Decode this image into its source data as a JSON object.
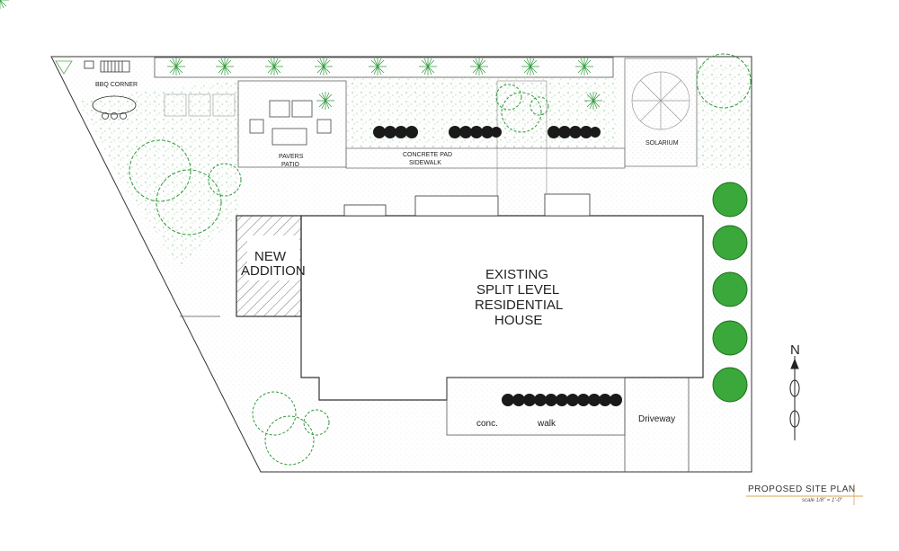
{
  "labels": {
    "bbq": "BBQ CORNER",
    "pavers_1": "PAVERS",
    "pavers_2": "PATIO",
    "concrete_1": "CONCRETE PAD",
    "concrete_2": "SIDEWALK",
    "solarium": "SOLARIUM",
    "addition_1": "NEW",
    "addition_2": "ADDITION",
    "house_1": "EXISTING",
    "house_2": "SPLIT LEVEL",
    "house_3": "RESIDENTIAL",
    "house_4": "HOUSE",
    "conc": "conc.",
    "walk": "walk",
    "driveway": "Driveway",
    "north": "N"
  },
  "title_block": {
    "title": "PROPOSED SITE PLAN",
    "scale": "scale 1/8\" = 1'-0\""
  },
  "colors": {
    "line": "#333333",
    "tree_green": "#2e9a3a",
    "ground_green": "#7ec27e",
    "hedge_dark": "#1a1a1a",
    "shrub_fill": "#3aa83a",
    "accent_orange": "#e0a050"
  }
}
